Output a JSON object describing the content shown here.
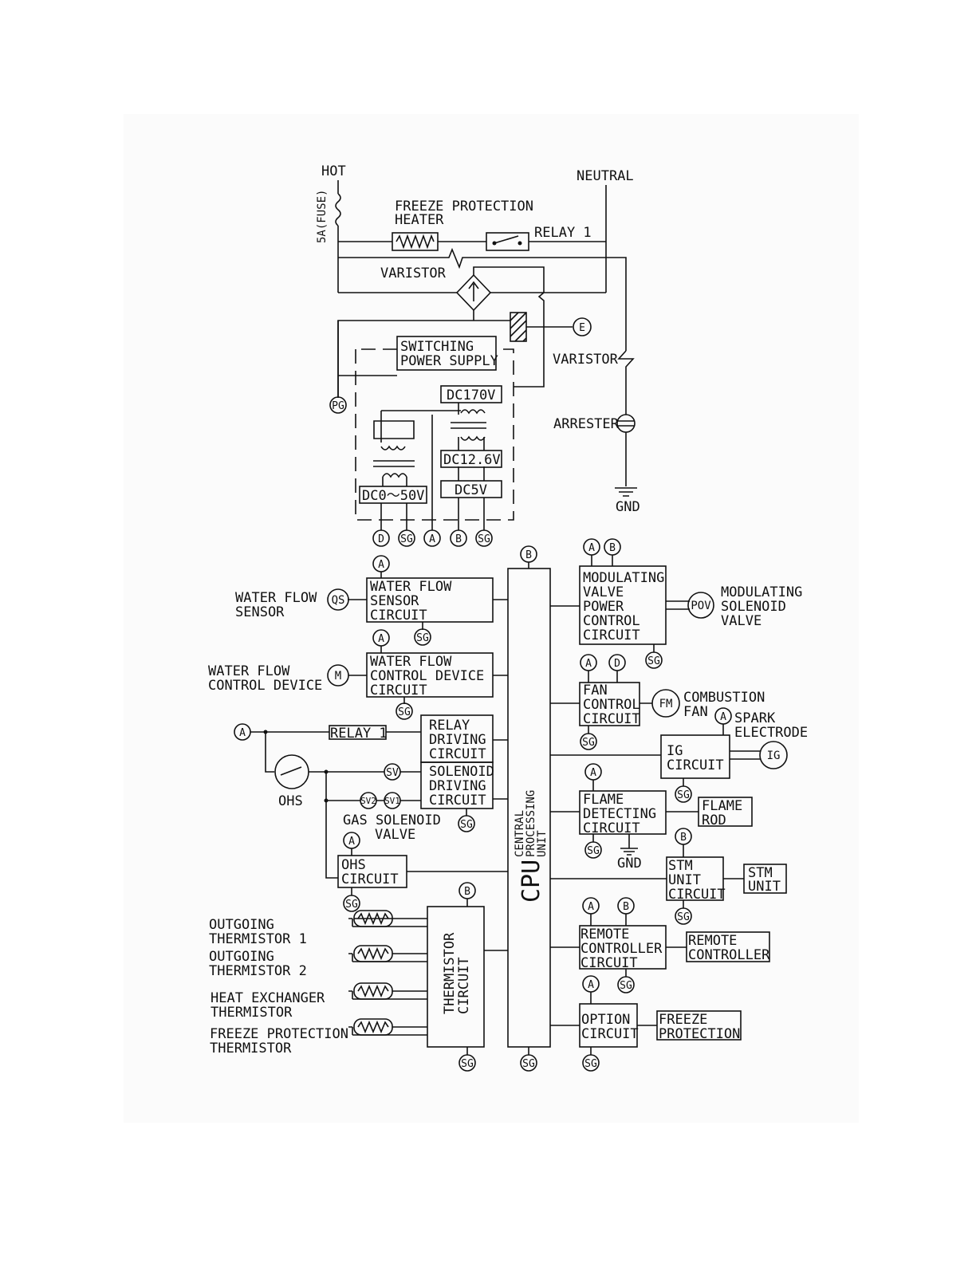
{
  "power": {
    "hot": "HOT",
    "neutral": "NEUTRAL",
    "fuse": "5A(FUSE)",
    "freeze_heater": [
      "FREEZE PROTECTION",
      "HEATER"
    ],
    "relay1": "RELAY 1",
    "varistor1": "VARISTOR",
    "varistor2": "VARISTOR",
    "switching_ps": [
      "SWITCHING",
      "POWER SUPPLY"
    ],
    "dc170": "DC170V",
    "dc126": "DC12.6V",
    "dc5": "DC5V",
    "dc050": "DC0～50V",
    "arrester": "ARRESTER",
    "gnd": "GND",
    "pg": "PG",
    "e": "E"
  },
  "terminals": {
    "a": "A",
    "b": "B",
    "d": "D",
    "sg": "SG"
  },
  "left": {
    "water_flow_sensor": [
      "WATER FLOW",
      "SENSOR"
    ],
    "qs": "QS",
    "wfs_circuit": [
      "WATER FLOW",
      "SENSOR",
      "CIRCUIT"
    ],
    "water_flow_control": [
      "WATER FLOW",
      "CONTROL DEVICE"
    ],
    "m": "M",
    "wfc_circuit": [
      "WATER FLOW",
      "CONTROL DEVICE",
      "CIRCUIT"
    ],
    "relay1_box": "RELAY 1",
    "relay_driving": [
      "RELAY",
      "DRIVING",
      "CIRCUIT"
    ],
    "solenoid_driving": [
      "SOLENOID",
      "DRIVING",
      "CIRCUIT"
    ],
    "sv": "SV",
    "sv1": "SV1",
    "sv2": "SV2",
    "ohs": "OHS",
    "gas_solenoid": [
      "GAS SOLENOID",
      "VALVE"
    ],
    "ohs_circuit": [
      "OHS",
      "CIRCUIT"
    ],
    "thermistor_circuit": [
      "THERMISTOR",
      "CIRCUIT"
    ],
    "thermistors": [
      [
        "OUTGOING",
        "THERMISTOR 1"
      ],
      [
        "OUTGOING",
        "THERMISTOR 2"
      ],
      [
        "HEAT EXCHANGER",
        "THERMISTOR"
      ],
      [
        "FREEZE PROTECTION",
        "THERMISTOR"
      ]
    ]
  },
  "cpu": {
    "label": "CPU",
    "full": [
      "CENTRAL",
      "PROCESSING",
      "UNIT"
    ]
  },
  "right": {
    "modulating_circuit": [
      "MODULATING",
      "VALVE",
      "POWER",
      "CONTROL",
      "CIRCUIT"
    ],
    "pov": "POV",
    "modulating_valve": [
      "MODULATING",
      "SOLENOID",
      "VALVE"
    ],
    "fan_circuit": [
      "FAN",
      "CONTROL",
      "CIRCUIT"
    ],
    "fm": "FM",
    "combustion_fan": [
      "COMBUSTION",
      "FAN"
    ],
    "spark": [
      "SPARK",
      "ELECTRODE"
    ],
    "ig_circuit": [
      "IG",
      "CIRCUIT"
    ],
    "ig": "IG",
    "flame_circuit": [
      "FLAME",
      "DETECTING",
      "CIRCUIT"
    ],
    "flame_rod": [
      "FLAME",
      "ROD"
    ],
    "gnd": "GND",
    "stm_circuit": [
      "STM",
      "UNIT",
      "CIRCUIT"
    ],
    "stm_unit": [
      "STM",
      "UNIT"
    ],
    "remote_circuit": [
      "REMOTE",
      "CONTROLLER",
      "CIRCUIT"
    ],
    "remote": [
      "REMOTE",
      "CONTROLLER"
    ],
    "option_circuit": [
      "OPTION",
      "CIRCUIT"
    ],
    "freeze_protection": [
      "FREEZE",
      "PROTECTION"
    ]
  }
}
